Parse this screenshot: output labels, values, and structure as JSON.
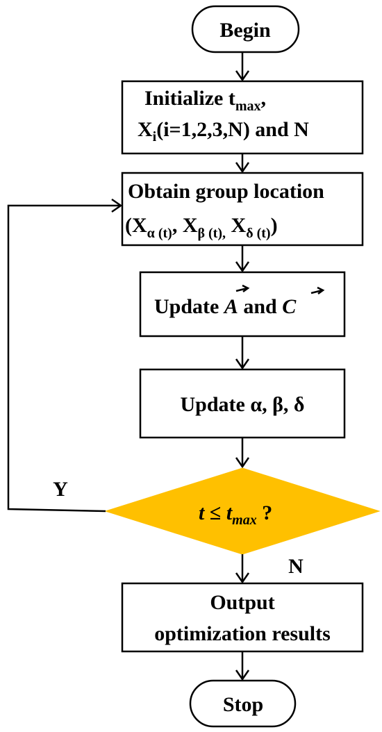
{
  "nodes": {
    "begin": {
      "label": "Begin"
    },
    "init": {
      "line1_text": "Initialize t",
      "line1_sub": "max",
      "line1_end": ",",
      "line2_text": "X",
      "line2_sub": "i",
      "line2_end": "(i=1,2,3,N) and N"
    },
    "obtain": {
      "line1": "Obtain group location",
      "line2_open": "(X",
      "sub_alpha": "α (t)",
      "sep1": ", X",
      "sub_beta": "β (t),",
      "sep2": " X",
      "sub_delta": "δ (t)",
      "line2_close": ")"
    },
    "update_ac": {
      "prefix": "Update ",
      "vec_a": "A",
      "middle": " and ",
      "vec_c": "C"
    },
    "update_abd": {
      "label": "Update α, β, δ"
    },
    "decision": {
      "t": "t",
      "le": " ≤ ",
      "t2": "t",
      "sub": "max",
      "q": " ?",
      "fill_color": "#FFC000"
    },
    "output": {
      "line1": "Output",
      "line2": "optimization results"
    },
    "stop": {
      "label": "Stop"
    }
  },
  "edges": {
    "yes_label": "Y",
    "no_label": "N"
  }
}
